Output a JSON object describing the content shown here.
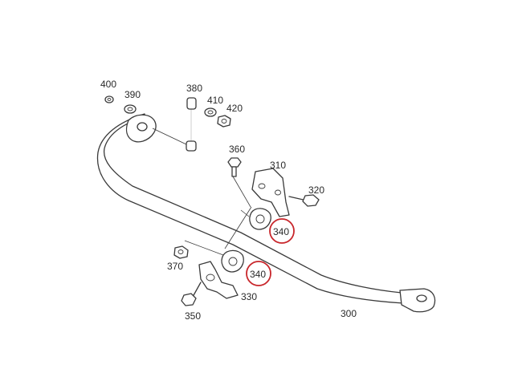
{
  "colors": {
    "line": "#3a3a3a",
    "highlight": "#c8262b",
    "background": "#ffffff"
  },
  "labels": {
    "p400": "400",
    "p390": "390",
    "p380": "380",
    "p410": "410",
    "p420": "420",
    "p360": "360",
    "p310": "310",
    "p320": "320",
    "p340a": "340",
    "p340b": "340",
    "p370": "370",
    "p330": "330",
    "p350": "350",
    "p300": "300"
  }
}
